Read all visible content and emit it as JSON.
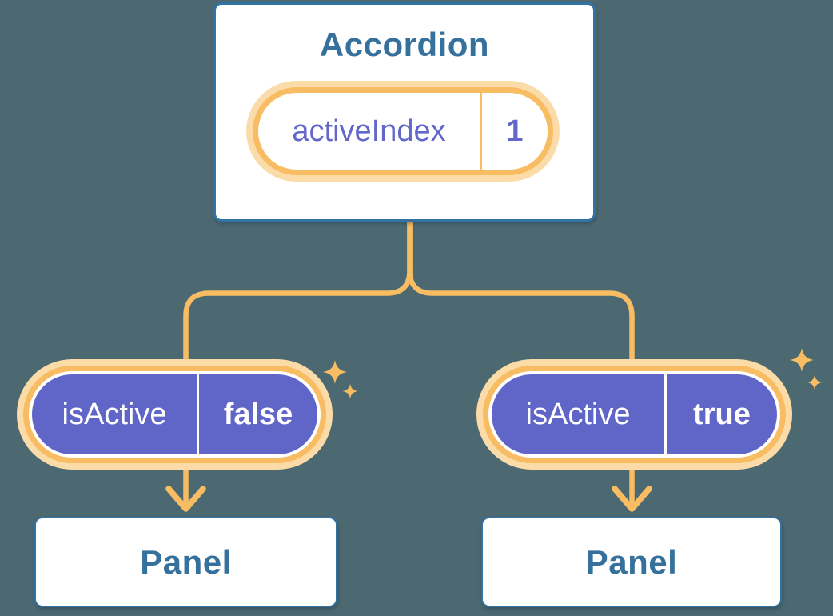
{
  "accordion": {
    "title": "Accordion"
  },
  "state_pill": {
    "label": "activeIndex",
    "value": "1"
  },
  "left_pill": {
    "label": "isActive",
    "value": "false"
  },
  "right_pill": {
    "label": "isActive",
    "value": "true"
  },
  "left_panel": {
    "label": "Panel"
  },
  "right_panel": {
    "label": "Panel"
  },
  "icons": {
    "sparkle": "✦",
    "arrow_down": "↓"
  },
  "colors": {
    "background": "#4C6972",
    "card_border": "#3273A3",
    "heading_text": "#35719C",
    "pill_purple": "#6065C8",
    "purple_text": "#6367CC",
    "orange": "#F8BC62",
    "orange_halo": "#FBDCA8",
    "white": "#FFFFFF"
  }
}
